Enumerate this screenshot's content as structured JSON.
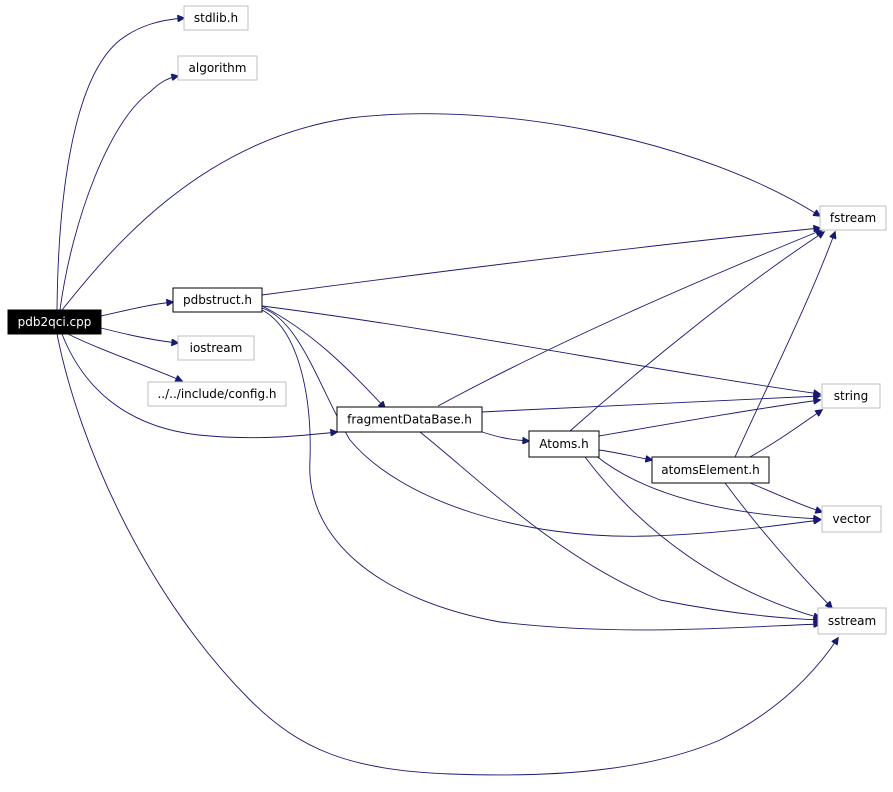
{
  "nodes": {
    "root": "pdb2qci.cpp",
    "stdlib": "stdlib.h",
    "algorithm": "algorithm",
    "fstream": "fstream",
    "pdbstruct": "pdbstruct.h",
    "iostream": "iostream",
    "config": "../../include/config.h",
    "string": "string",
    "fragment": "fragmentDataBase.h",
    "atoms": "Atoms.h",
    "atomsElement": "atomsElement.h",
    "vector": "vector",
    "sstream": "sstream"
  },
  "colors": {
    "edge": "#191970",
    "internal_border": "#000000",
    "external_border": "#bfbfbf",
    "root_fill": "#000000",
    "root_text": "#ffffff"
  }
}
